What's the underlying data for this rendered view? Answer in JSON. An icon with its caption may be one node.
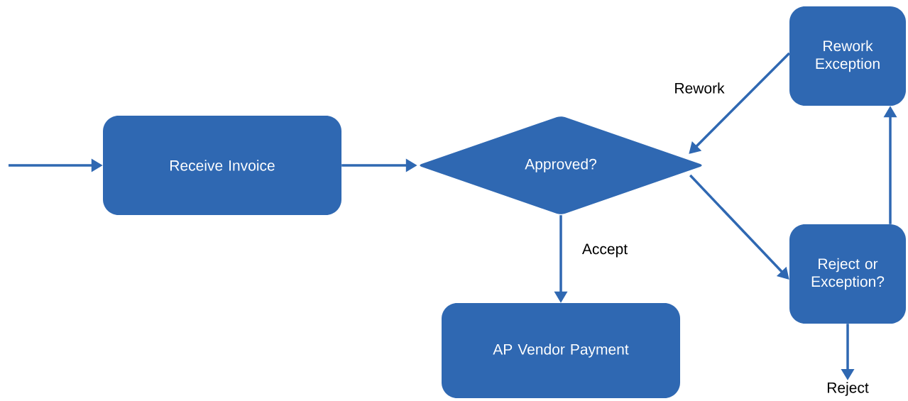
{
  "diagram": {
    "nodes": [
      {
        "text": [
          "Receive Invoice"
        ]
      },
      {
        "text": [
          "Approved?"
        ]
      },
      {
        "text": [
          "Rework Exception"
        ]
      },
      {
        "text": [
          "Reject or Exception?"
        ]
      },
      {
        "text": [
          "AP Vendor Payment"
        ]
      },
      {
        "text": [
          "Reject"
        ]
      }
    ],
    "edges": [
      {
        "from": null,
        "to": 0,
        "arrow": "to"
      },
      {
        "from": 0,
        "to": 1,
        "arrow": "to"
      },
      {
        "from": 2,
        "to": 1,
        "arrow": "to",
        "label": "Rework"
      },
      {
        "from": 1,
        "to": 3,
        "arrow": "to"
      },
      {
        "from": 3,
        "to": 2,
        "arrow": "to"
      },
      {
        "from": 1,
        "to": 4,
        "arrow": "to",
        "label": "Accept"
      },
      {
        "from": 3,
        "to": 5,
        "arrow": "to"
      }
    ]
  }
}
